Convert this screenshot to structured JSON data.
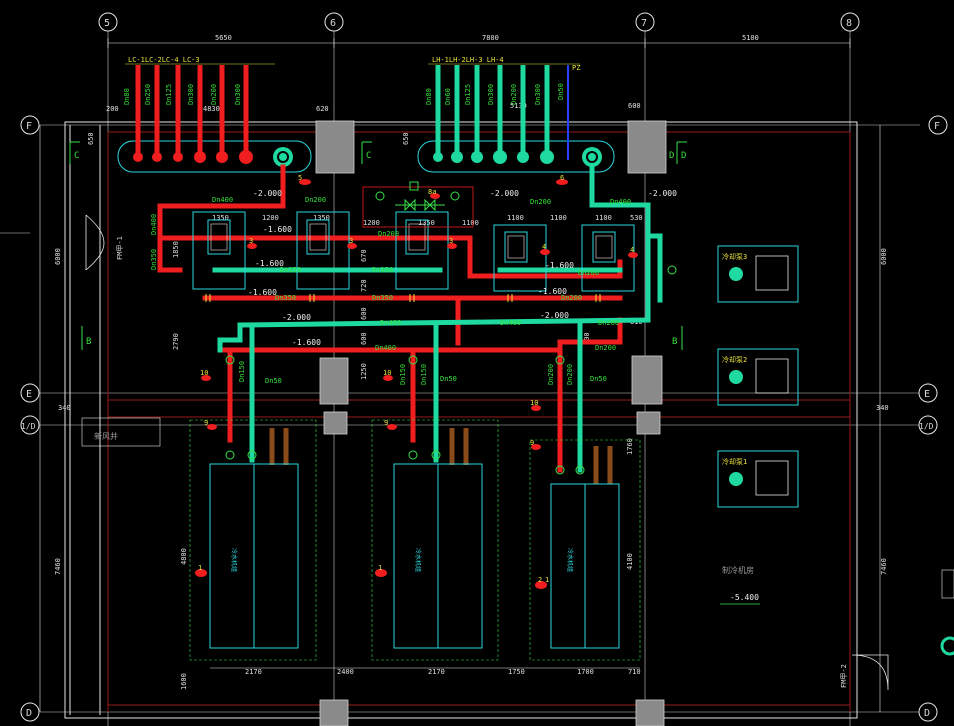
{
  "axes": {
    "top": [
      "5",
      "6",
      "7",
      "8"
    ],
    "left": [
      "F",
      "E",
      "1/D",
      "D"
    ],
    "right": [
      "F",
      "E",
      "1/D",
      "D"
    ]
  },
  "dims": {
    "top": [
      "5650",
      "7800",
      "5100"
    ],
    "left": [
      "6000",
      "340",
      "7460"
    ],
    "right": [
      "6000",
      "340",
      "7460"
    ],
    "bottom": [
      "2170",
      "2400",
      "2170",
      "1750",
      "1700",
      "710"
    ],
    "misc": [
      "200",
      "4830",
      "620",
      "650",
      "5130",
      "600",
      "650",
      "1350",
      "1200",
      "1350",
      "1200",
      "1350",
      "1100",
      "1100",
      "1100",
      "1100",
      "530",
      "1850",
      "2790",
      "670",
      "720",
      "600",
      "1250",
      "600",
      "810",
      "600",
      "4800",
      "1600",
      "4100",
      "1760"
    ]
  },
  "header_labels": {
    "lc_row": "LC-1LC-2LC-4 LC-3",
    "lh_row": "LH-1LH-2LH-3 LH-4",
    "pz": "PZ"
  },
  "pipes_red": [
    "Dn80",
    "Dn250",
    "Dn125",
    "Dn300",
    "Dn200",
    "Dn300"
  ],
  "pipes_cyan": [
    "Dn80",
    "Dn60",
    "Dn125",
    "Dn300",
    "Dn200",
    "Dn300",
    "Dn50"
  ],
  "sizes": [
    "Dn400",
    "Dn200",
    "Dn400",
    "Dn350",
    "Dn350",
    "Dn200",
    "Dn350",
    "Dn200",
    "Dn400",
    "Dn200",
    "Dn350",
    "Dn400",
    "Dn200",
    "Dn350",
    "Dn400",
    "Dn200",
    "Dn150",
    "Dn150",
    "Dn50",
    "Dn150",
    "Dn50",
    "Dn200",
    "Dn200",
    "Dn50",
    "Dn400",
    "Dn200"
  ],
  "elevations": [
    "-2.000",
    "-2.000",
    "-2.000",
    "-1.600",
    "-1.600",
    "-1.600",
    "-1.600",
    "-2.000",
    "-2.000",
    "-1.600",
    "-1.600",
    "-5.400"
  ],
  "room": {
    "name": "制冷机房",
    "elev": "-5.400",
    "well": "新风井",
    "door_left": "FM甲-1",
    "door_right": "FM甲-2"
  },
  "section_marks": [
    "C",
    "C",
    "D",
    "D",
    "B",
    "B"
  ],
  "tags": [
    "1",
    "1",
    "2",
    "3",
    "3",
    "3",
    "4",
    "4",
    "5",
    "6",
    "8a",
    "9",
    "9",
    "9",
    "10",
    "10",
    "10",
    "1"
  ],
  "pumps": [
    "冷却泵3",
    "冷却泵2",
    "冷却泵1"
  ],
  "tanks": [
    "冷水机组",
    "冷水机组",
    "冷水机组"
  ],
  "colors": {
    "red": "#f01e1e",
    "cyan": "#1ed9a0",
    "green": "#39e04a",
    "yellow": "#e4e23a",
    "white": "#e6e6e6",
    "blue": "#2244ff",
    "brown": "#8a4b1a",
    "gray": "#8a8a8a",
    "dkred": "#9b1a1a"
  }
}
